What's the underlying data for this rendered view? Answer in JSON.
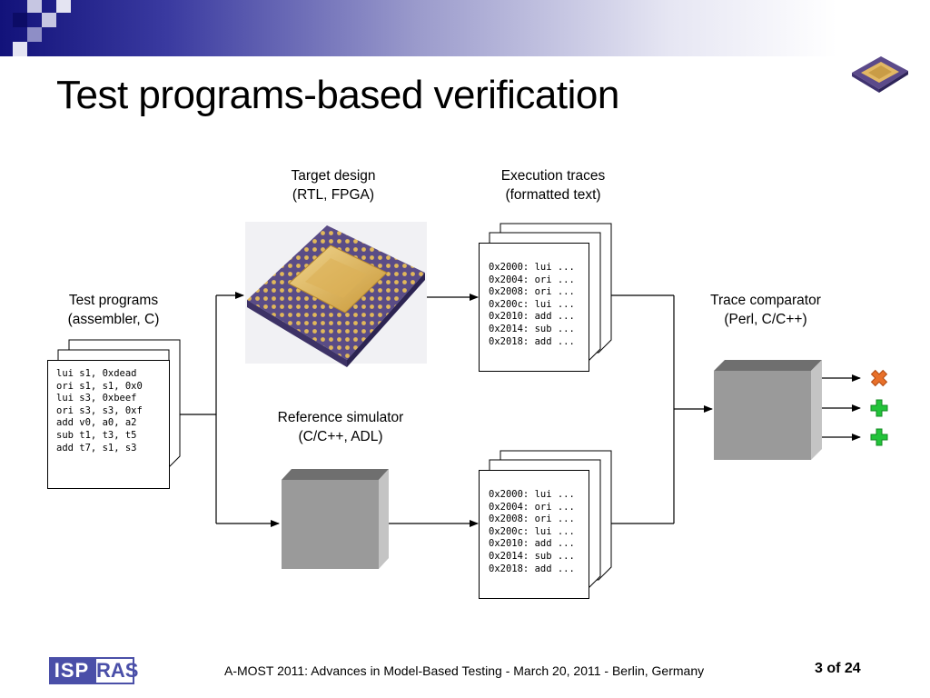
{
  "slide": {
    "title": "Test programs-based verification"
  },
  "diagram": {
    "test_programs_label": [
      "Test programs",
      "(assembler, C)"
    ],
    "target_design_label": [
      "Target design",
      "(RTL, FPGA)"
    ],
    "reference_simulator_label": [
      "Reference simulator",
      "(C/C++, ADL)"
    ],
    "execution_traces_label": [
      "Execution traces",
      "(formatted text)"
    ],
    "trace_comparator_label": [
      "Trace comparator",
      "(Perl, C/C++)"
    ],
    "program_lines": [
      "lui s1, 0xdead",
      "ori s1, s1, 0x0",
      "lui s3, 0xbeef",
      "ori s3, s3, 0xf",
      "add v0, a0, a2",
      "sub t1, t3, t5",
      "add t7, s1, s3"
    ],
    "trace_lines_top": [
      "0x2000: lui ...",
      "0x2004: ori ...",
      "0x2008: ori ...",
      "0x200c: lui ...",
      "0x2010: add ...",
      "0x2014: sub ...",
      "0x2018: add ..."
    ],
    "trace_lines_bottom": [
      "0x2000: lui ...",
      "0x2004: ori ...",
      "0x2008: ori ...",
      "0x200c: lui ...",
      "0x2010: add ...",
      "0x2014: sub ...",
      "0x2018: add ..."
    ],
    "results": [
      "fail",
      "pass",
      "pass"
    ],
    "colors": {
      "fail": "#e8702a",
      "pass": "#22c33a",
      "box_front": "#9a9a9a",
      "box_top": "#6f6f6f",
      "box_side": "#c4c4c4"
    }
  },
  "footer": {
    "text": "A-MOST 2011: Advances in Model-Based Testing - March 20, 2011 - Berlin, Germany",
    "page": "3 of 24",
    "logo_left": "ISP",
    "logo_right": "RAS"
  }
}
